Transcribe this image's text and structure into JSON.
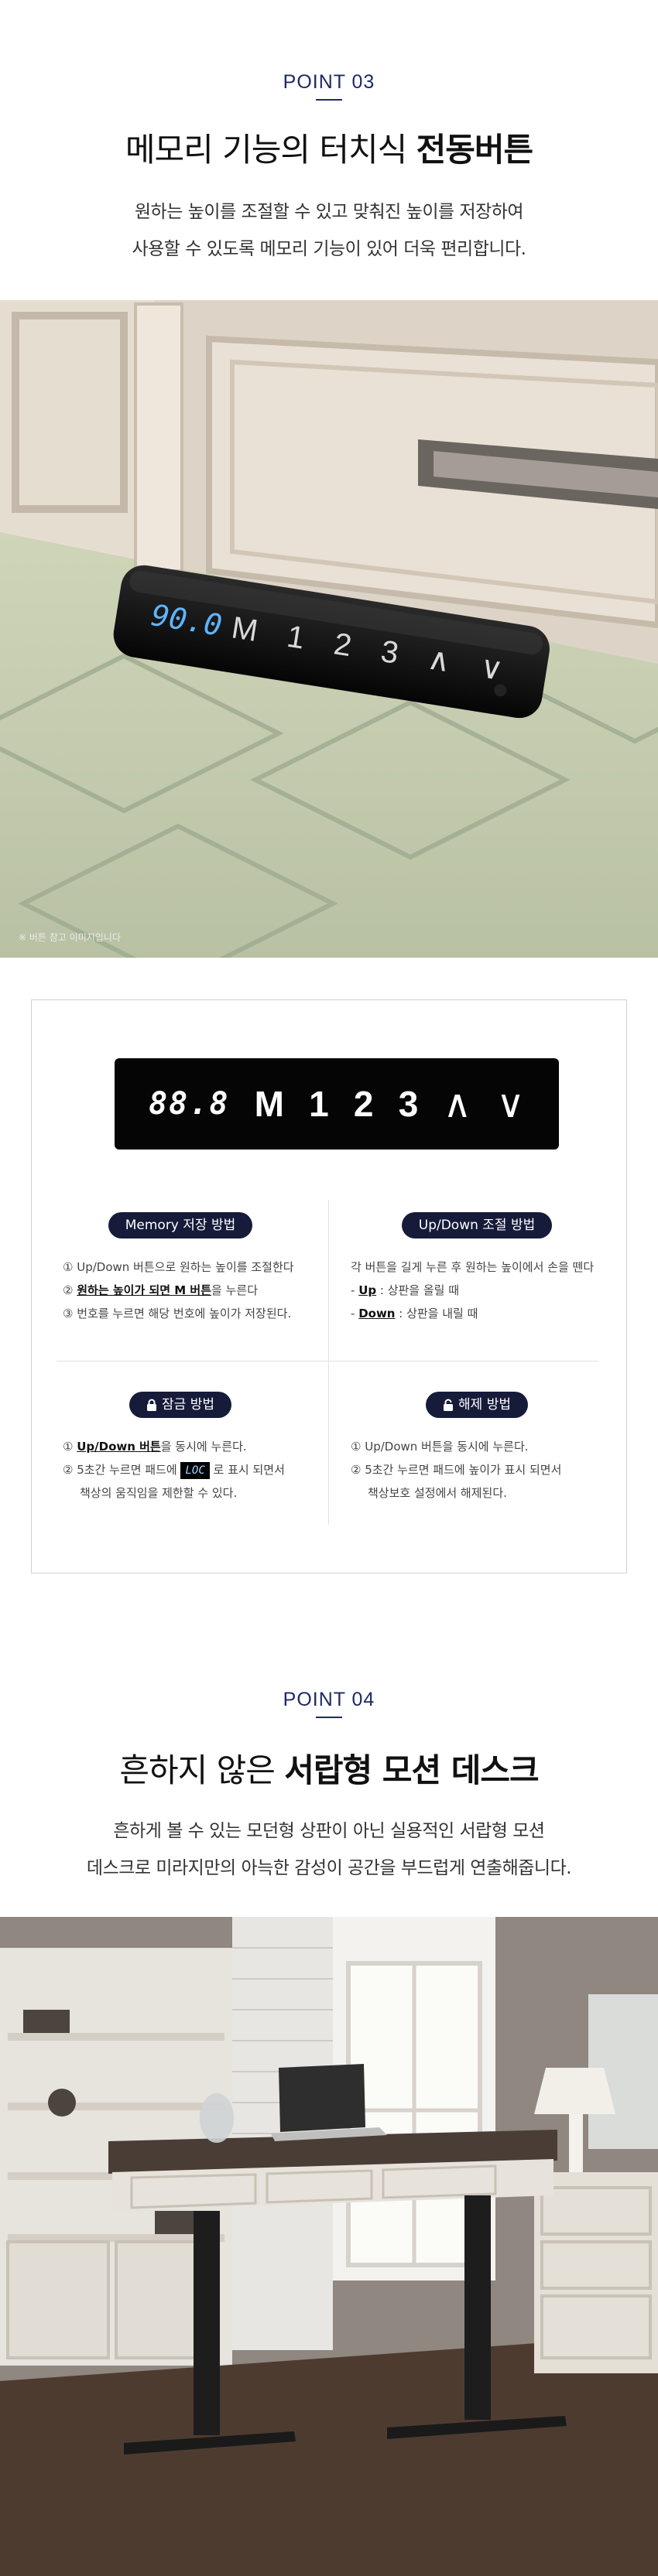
{
  "point3": {
    "label": "POINT 03",
    "headline_regular": "메모리 기능의 터치식 ",
    "headline_bold": "전동버튼",
    "desc_line1": "원하는 높이를 조절할 수 있고 맞춰진 높이를 저장하여",
    "desc_line2": "사용할 수 있도록 메모리 기능이 있어 더욱 편리합니다.",
    "photo_display": "90.0",
    "photo_keys": "M 1 2 3 ∧ ∨",
    "photo_caption": "※ 버튼 참고 이미지입니다"
  },
  "panel": {
    "display": {
      "digits": "88.8",
      "keys": [
        "M",
        "1",
        "2",
        "3",
        "∧",
        "∨"
      ]
    },
    "memory": {
      "title": "Memory 저장 방법",
      "line1": "① Up/Down 버튼으로 원하는 높이를 조절한다",
      "line2_a": "② ",
      "line2_ul": "원하는 높이가 되면 M 버튼",
      "line2_b": "을 누른다",
      "line3": "③ 번호를 누르면 해당 번호에 높이가 저장된다."
    },
    "updown": {
      "title": "Up/Down 조절 방법",
      "line1": "각 버튼을 길게 누른 후 원하는 높이에서 손을 뗀다",
      "line2_a": "- ",
      "line2_ul": "Up",
      "line2_b": " : 상판을 올릴 때",
      "line3_a": "- ",
      "line3_ul": "Down",
      "line3_b": " : 상판을 내릴 때"
    },
    "lock": {
      "title": "잠금 방법",
      "line1_a": "① ",
      "line1_ul": "Up/Down 버튼",
      "line1_b": "을 동시에 누른다.",
      "line2_a": "② 5초간 누르면 패드에 ",
      "line2_lcd": "LOC",
      "line2_b": " 로 표시 되면서",
      "line3": "책상의 움직임을 제한할 수 있다."
    },
    "unlock": {
      "title": "해제 방법",
      "line1": "① Up/Down 버튼을 동시에 누른다.",
      "line2": "② 5초간 누르면 패드에 높이가 표시 되면서",
      "line3": "책상보호 설정에서 해제된다."
    }
  },
  "point4": {
    "label": "POINT 04",
    "headline_regular": "흔하지 않은 ",
    "headline_bold": "서랍형 모션 데스크",
    "desc_line1": "흔하게 볼 수 있는 모던형 상판이 아닌 실용적인 서랍형 모션",
    "desc_line2": "데스크로 미라지만의 아늑한 감성이 공간을 부드럽게 연출해줍니다."
  }
}
